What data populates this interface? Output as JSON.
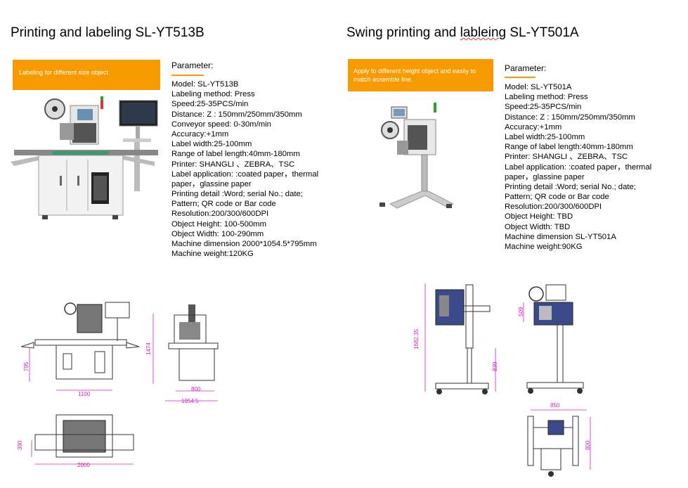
{
  "left": {
    "title": "Printing and labeling SL-YT513B",
    "banner": "Labeling for different size object.",
    "param_heading": "Parameter:",
    "specs": [
      "Model: SL-YT513B",
      "Labeling method: Press",
      "Speed:25-35PCS/min",
      "Distance: Z : 150mm/250mm/350mm",
      "Conveyor speed: 0-30m/min",
      "Accuracy:+1mm",
      "Label width:25-100mm",
      "Range of label length:40mm-180mm",
      "Printer: SHANGLI 、ZEBRA、TSC",
      "Label application: :coated paper，thermal",
      "paper，glassine paper",
      "Printing detail :Word; serial No.; date;",
      "Pattern; QR code or Bar code",
      "Resolution:200/300/600DPI",
      "Object Height: 100-500mm",
      "Object Width: 100-290mm",
      "Machine dimension 2000*1054.5*795mm",
      "Machine weight:120KG"
    ],
    "dims": {
      "front_height": "795",
      "front_width": "1100",
      "side_height": "1474",
      "side_width1": "800",
      "side_width2": "1054.5",
      "top_height": "390",
      "top_width": "2000"
    }
  },
  "right": {
    "title_part1": "Swing printing and ",
    "title_word": "lableing",
    "title_part2": " SL-YT501A",
    "banner": "Apply to different height object and easily to match assemble line.",
    "param_heading": "Parameter:",
    "specs": [
      "Model: SL-YT501A",
      "Labeling method: Press",
      "Speed:25-35PCS/min",
      "Distance: Z : 150mm/250mm/350mm",
      "Accuracy:+1mm",
      "Label width:25-100mm",
      "Range of label length:40mm-180mm",
      "Printer: SHANGLI 、ZEBRA、TSC",
      "Label application: :coated paper，thermal",
      "paper，glassine paper",
      "Printing detail :Word; serial No.; date;",
      "Pattern; QR code or Bar code",
      "Resolution:200/300/600DPI",
      "Object Height: TBD",
      "Object Width: TBD",
      "Machine dimension SL-YT501A",
      "Machine weight:90KG"
    ],
    "dims": {
      "side_height": "1682.35",
      "side_inner": "839",
      "front_head": "509",
      "top_width": "850",
      "top_height": "800"
    }
  },
  "colors": {
    "accent": "#f79a00",
    "dimension": "#d020c0"
  }
}
